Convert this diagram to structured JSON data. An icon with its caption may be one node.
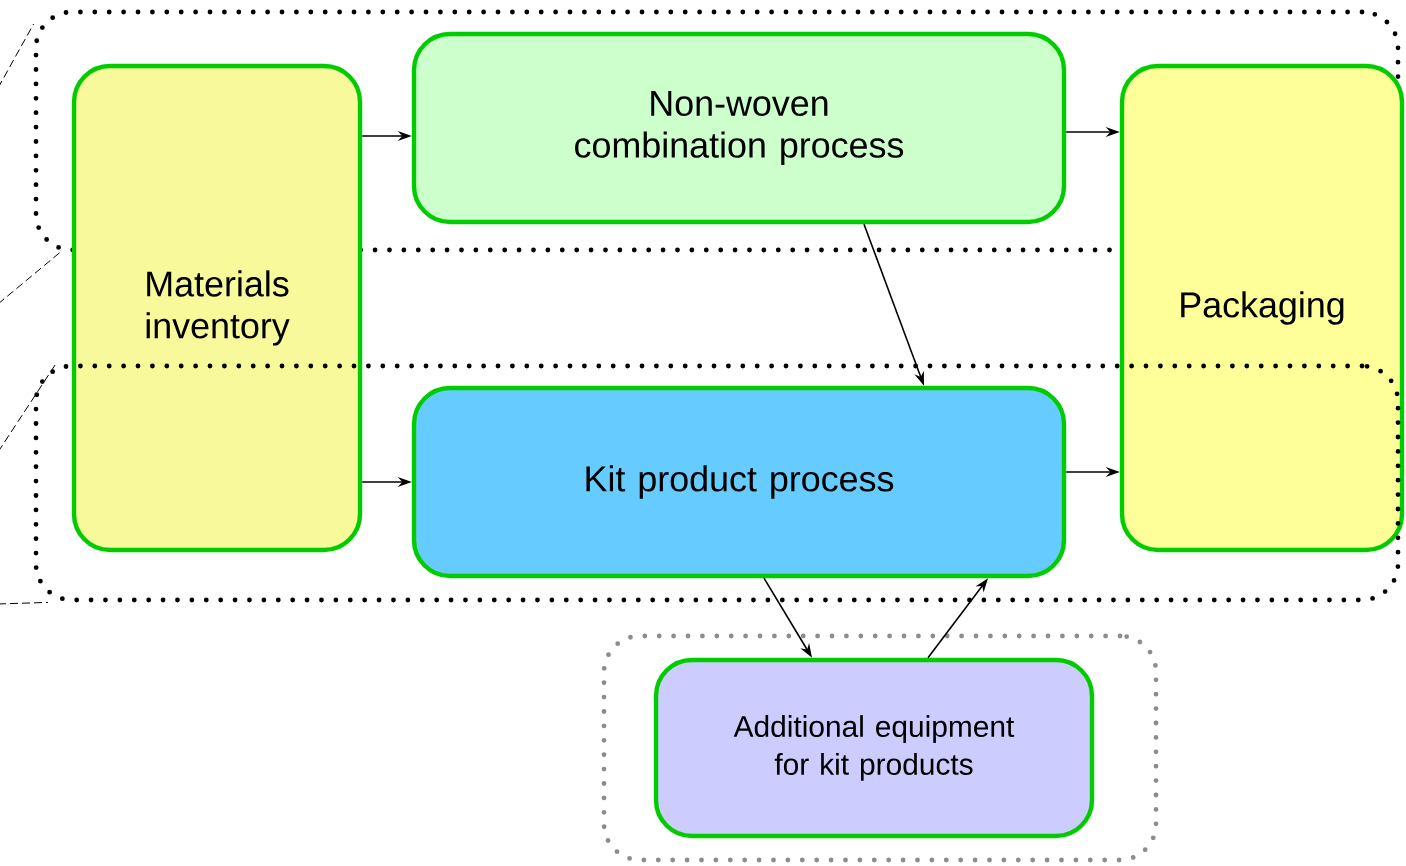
{
  "diagram": {
    "nodes": [
      {
        "text": [],
        "shape": "box"
      },
      {
        "text": [
          "Materials inventory"
        ]
      },
      {
        "text": [
          "Non-woven combination process"
        ],
        "in": 0
      },
      {
        "text": [
          "Packaging"
        ]
      },
      {
        "text": [],
        "shape": "box"
      },
      {
        "text": [
          "Kit product process"
        ],
        "in": 4
      },
      {
        "text": [],
        "shape": "box"
      },
      {
        "text": [
          "Additional equipment for kit products"
        ],
        "in": 6
      }
    ],
    "edges": [
      {
        "from": 1,
        "to": 2,
        "arrow": "to"
      },
      {
        "from": 1,
        "to": 5,
        "arrow": "to"
      },
      {
        "from": 2,
        "to": 3,
        "arrow": "to"
      },
      {
        "from": 5,
        "to": 3,
        "arrow": "to"
      },
      {
        "from": 2,
        "to": 5,
        "arrow": "to"
      },
      {
        "from": 5,
        "to": 7,
        "arrow": "to"
      },
      {
        "from": 7,
        "to": 5,
        "arrow": "to"
      },
      {
        "from": null,
        "to": 0,
        "arrow": "none",
        "style": "dashed"
      },
      {
        "from": null,
        "to": 0,
        "arrow": "none",
        "style": "dashed"
      },
      {
        "from": null,
        "to": 4,
        "arrow": "none",
        "style": "dashed"
      },
      {
        "from": null,
        "to": 4,
        "arrow": "none",
        "style": "dashed"
      }
    ]
  }
}
